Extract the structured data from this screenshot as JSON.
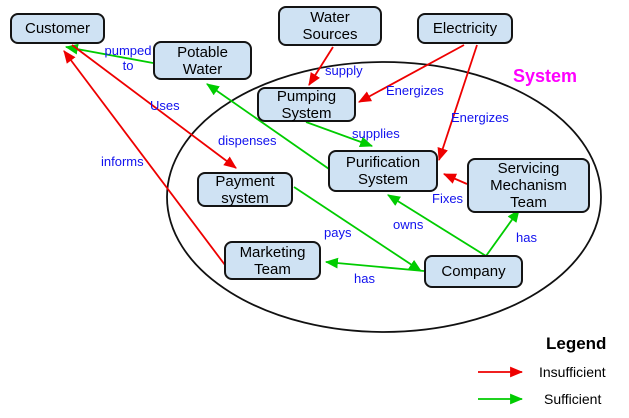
{
  "diagram": {
    "system_label": "System",
    "nodes": {
      "customer": {
        "label": "Customer"
      },
      "potable_water": {
        "label": "Potable Water"
      },
      "water_sources": {
        "label": "Water Sources"
      },
      "electricity": {
        "label": "Electricity"
      },
      "pumping_system": {
        "label": "Pumping System"
      },
      "purification_system": {
        "label": "Purification System"
      },
      "servicing_team": {
        "label": "Servicing Mechanism Team"
      },
      "payment_system": {
        "label": "Payment system"
      },
      "marketing_team": {
        "label": "Marketing Team"
      },
      "company": {
        "label": "Company"
      }
    },
    "edges": {
      "pumped_to": {
        "label": "pumped to",
        "from": "Potable Water",
        "to": "Customer",
        "status": "sufficient"
      },
      "uses": {
        "label": "Uses",
        "from": "Customer",
        "to": "Payment system",
        "status": "insufficient"
      },
      "informs": {
        "label": "informs",
        "from": "Marketing Team",
        "to": "Customer",
        "status": "insufficient"
      },
      "supply": {
        "label": "supply",
        "from": "Water Sources",
        "to": "Pumping System",
        "status": "insufficient"
      },
      "energizes_pumping": {
        "label": "Energizes",
        "from": "Electricity",
        "to": "Pumping System",
        "status": "insufficient"
      },
      "energizes_purification": {
        "label": "Energizes",
        "from": "Electricity",
        "to": "Purification System",
        "status": "insufficient"
      },
      "supplies": {
        "label": "supplies",
        "from": "Pumping System",
        "to": "Purification System",
        "status": "sufficient"
      },
      "dispenses": {
        "label": "dispenses",
        "from": "Purification System",
        "to": "Potable Water",
        "status": "sufficient"
      },
      "fixes": {
        "label": "Fixes",
        "from": "Servicing Mechanism Team",
        "to": "Purification System",
        "status": "insufficient"
      },
      "owns": {
        "label": "owns",
        "from": "Company",
        "to": "Purification System",
        "status": "sufficient"
      },
      "pays": {
        "label": "pays",
        "from": "Payment system",
        "to": "Company",
        "status": "sufficient"
      },
      "has_marketing": {
        "label": "has",
        "from": "Company",
        "to": "Marketing Team",
        "status": "sufficient"
      },
      "has_servicing": {
        "label": "has",
        "from": "Company",
        "to": "Servicing Mechanism Team",
        "status": "sufficient"
      }
    },
    "legend": {
      "title": "Legend",
      "items": [
        {
          "label": "Insufficient",
          "color": "#ee0000"
        },
        {
          "label": "Sufficient",
          "color": "#00cc00"
        }
      ]
    },
    "colors": {
      "insufficient": "#ee0000",
      "sufficient": "#00cc00",
      "edge_label": "#1111ee",
      "node_fill": "#cfe2f3",
      "node_border": "#141414",
      "system_label": "#ff00ff"
    }
  }
}
